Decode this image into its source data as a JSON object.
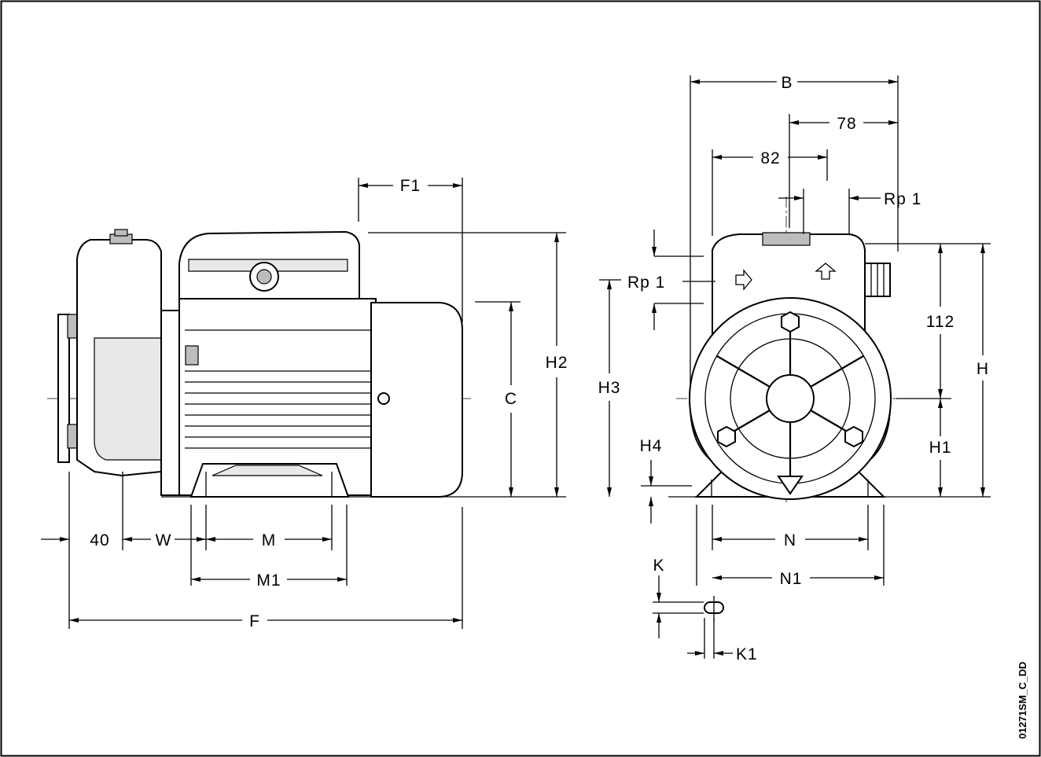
{
  "drawing": {
    "code": "01271SM_C_DD",
    "labels": {
      "B": "B",
      "d78": "78",
      "d82": "82",
      "rp_top": "Rp  1",
      "rp_left": "Rp  1",
      "d112": "112",
      "H": "H",
      "H1": "H1",
      "H2": "H2",
      "H3": "H3",
      "H4": "H4",
      "C": "C",
      "F1": "F1",
      "F": "F",
      "d40": "40",
      "W": "W",
      "M": "M",
      "M1": "M1",
      "N": "N",
      "N1": "N1",
      "K": "K",
      "K1": "K1"
    }
  }
}
